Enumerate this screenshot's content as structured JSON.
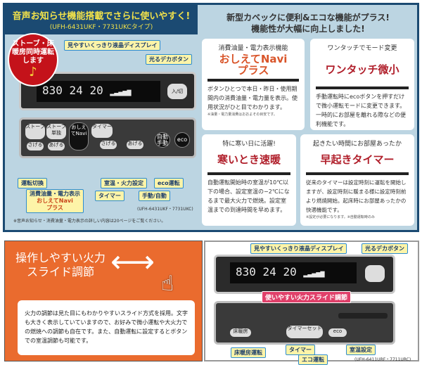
{
  "left_panel": {
    "title": "音声お知らせ機能搭載でさらに使いやすく!",
    "subtitle": "(UFH-6431UKF・7731UKCタイプ)",
    "bubble": "ストーブ・床暖房同時運転します",
    "display": {
      "time": "830",
      "temp": "24 20"
    },
    "labels": {
      "display": "見やすいくっきり液晶ディスプレイ",
      "big_button": "光るデカボタン",
      "mode_switch": "運転切換",
      "consumption": "消費油量・電力表示",
      "navi": "おしえてNavi",
      "plus": "プラス",
      "timer": "タイマー",
      "temp_setting": "室温・火力設定",
      "manual_auto": "手動/自動",
      "eco": "eco運転"
    },
    "buttons": {
      "stove": "ストーブ",
      "floor": "床暖房",
      "stove_only": "ストーブ単独",
      "down": "さげる",
      "up": "あげる",
      "navi": "おしえてNavi",
      "timer": "タイマー",
      "eco": "eco",
      "auto": "自動手動",
      "power": "入/切"
    },
    "model": "(UFH-6431UKF・7731UKC)",
    "footnote": "※音声お知らせ・消費油量・電力表示の詳しい内容は20ページをご覧ください。"
  },
  "right_panel": {
    "headline1": "新型カベックに便利&エコな機能がプラス!",
    "headline2": "機能性が大幅に向上しました!",
    "cards": [
      {
        "caption": "消費油量・電力表示機能",
        "title": "おしえてNavi",
        "title2": "プラス",
        "body": "ボタンひとつで本日・昨日・使用期間内の消費油量・電力量を表示。使用状況がひと目でわかります。",
        "note": "※油量・電力量消費はおおよその目安です。"
      },
      {
        "caption": "ワンタッチでモード変更",
        "title": "ワンタッチ微小",
        "body": "手動運転時にecoボタンを押すだけで微小運転モードに変更できます。一時的にお部屋を離れる際などの便利機能です。"
      },
      {
        "caption": "特に寒い日に活躍!",
        "title": "寒いとき速暖",
        "body": "自動運転開始時の室温が10℃以下の場合、設定室温の−2℃になるまで最大火力で燃焼。設定室温までの到達時間を早めます。"
      },
      {
        "caption": "起きたい時間にお部屋あったか",
        "title": "早起きタイマー",
        "body": "従来のタイマーは設定時刻に運転を開始しますが、設定時刻に暖まる様に設定時刻前より燃焼開始。起床時にお部屋あったかの快適機能です。",
        "note": "※設定が必要になります。※自動運転時のみ"
      }
    ]
  },
  "orange_panel": {
    "title": "操作しやすい火力スライド調節",
    "body": "火力の調節は見た目にもわかりやすいスライド方式を採用。文字も大きく表示していていますので、お好みで微小運転や大火力での燃焼への調節も自在です。また、自動運転に設定するとボタンでの室温調節も可能です。"
  },
  "bottom_device": {
    "display": {
      "time": "830",
      "temp": "24 20"
    },
    "labels": {
      "display": "見やすいくっきり液晶ディスプレイ",
      "big_button": "光るデカボタン",
      "slide": "使いやすい火力スライド調節",
      "floor": "床暖房運転",
      "timer": "タイマー",
      "eco": "エコ運転",
      "temp": "室温設定"
    },
    "buttons": {
      "eco": "eco",
      "timer_set": "タイマーセット",
      "floor": "床暖房"
    },
    "model": "(UFH-6411URF・7711URC)"
  },
  "colors": {
    "navy": "#1b4a72",
    "panel_bg": "#bcd5e2",
    "orange": "#ea6b2e",
    "accent_red": "#b01e2a",
    "label_bg": "#fdf4a8"
  }
}
